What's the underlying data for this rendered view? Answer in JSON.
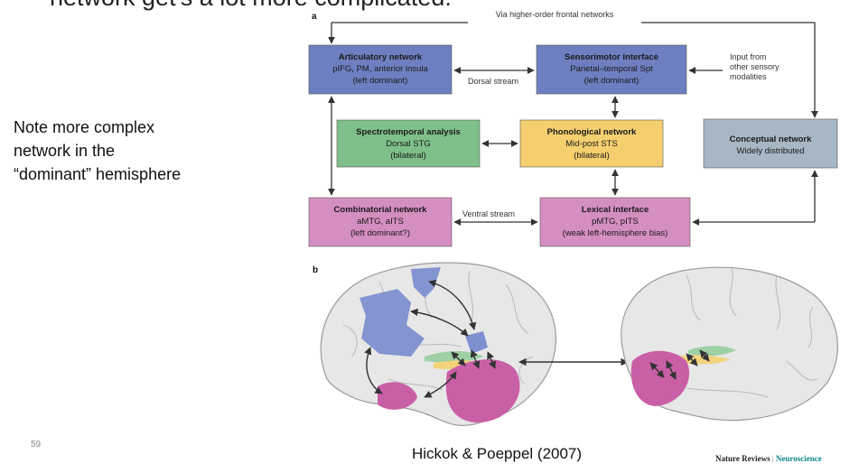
{
  "slide": {
    "title": "network get's a lot more complicated:",
    "note_lines": [
      "Note more complex",
      "network in the",
      "“dominant” hemisphere"
    ],
    "slide_number": "59",
    "citation": "Hickok & Poeppel (2007)",
    "journal_a": "Nature Reviews",
    "journal_sep": "|",
    "journal_b": "Neuroscience"
  },
  "figure": {
    "panel_a": "a",
    "panel_b": "b",
    "top_label": "Via higher-order frontal networks",
    "dorsal_label": "Dorsal stream",
    "ventral_label": "Ventral stream",
    "input_label": [
      "Input from",
      "other sensory",
      "modalities"
    ],
    "boxes": {
      "articulatory": {
        "title": "Articulatory network",
        "lines": [
          "pIFG, PM, anterior insula",
          "(left dominant)"
        ],
        "color": "#6d7fc0"
      },
      "sensorimotor": {
        "title": "Sensorimotor interface",
        "lines": [
          "Parietal–temporal Spt",
          "(left dominant)"
        ],
        "color": "#6d7fc0"
      },
      "spectrotemporal": {
        "title": "Spectrotemporal analysis",
        "lines": [
          "Dorsal STG",
          "(bilateral)"
        ],
        "color": "#7fbf8a"
      },
      "phonological": {
        "title": "Phonological network",
        "lines": [
          "Mid-post STS",
          "(bilateral)"
        ],
        "color": "#f5cf6e"
      },
      "conceptual": {
        "title": "Conceptual network",
        "lines": [
          "Widely distributed"
        ],
        "color": "#a7b7c3"
      },
      "combinatorial": {
        "title": "Combinatorial network",
        "lines": [
          "aMTG, aITS",
          "(left dominant?)"
        ],
        "color": "#d58ec0"
      },
      "lexical": {
        "title": "Lexical interface",
        "lines": [
          "pMTG, pITS",
          "(weak left-hemisphere bias)"
        ],
        "color": "#d58ec0"
      }
    },
    "colors": {
      "brain": "#e7e7e7",
      "brain_outline": "#9a9a9a",
      "region_blue": "#7d8fcf",
      "region_green": "#9ed0a6",
      "region_yellow": "#f3d37c",
      "region_pink": "#c95fa7",
      "arrow": "#333333"
    }
  }
}
